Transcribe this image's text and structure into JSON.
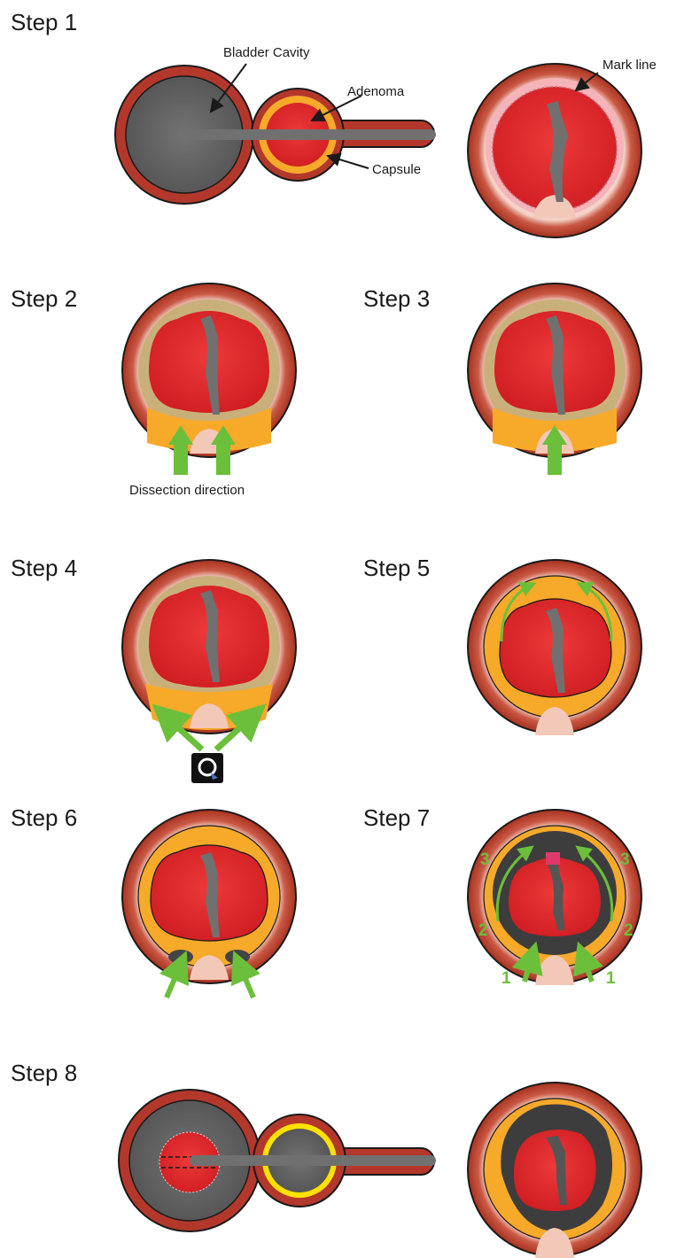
{
  "steps": [
    "Step 1",
    "Step 2",
    "Step 3",
    "Step 4",
    "Step 5",
    "Step 6",
    "Step 7",
    "Step 8"
  ],
  "labels": {
    "bladder_cavity": "Bladder Cavity",
    "adenoma": "Adenoma",
    "capsule": "Capsule",
    "mark_line": "Mark line",
    "dissection_direction": "Dissection direction"
  },
  "step7_numbers": [
    "3",
    "3",
    "2",
    "2",
    "1",
    "1"
  ],
  "colors": {
    "wall": "#b3382b",
    "adenoma": "#e0282e",
    "capsule": "#f7a92a",
    "cavity": "#5f5f5f",
    "arrow": "#6cbf3a",
    "verumontanum": "#f2c8b8",
    "mark_line": "#f4a3ad",
    "scope": "#707070"
  },
  "icons": [
    "ring-wall-icon",
    "adenoma-icon",
    "verumontanum-icon",
    "green-arrow-icon",
    "laser-rotate-icon"
  ]
}
